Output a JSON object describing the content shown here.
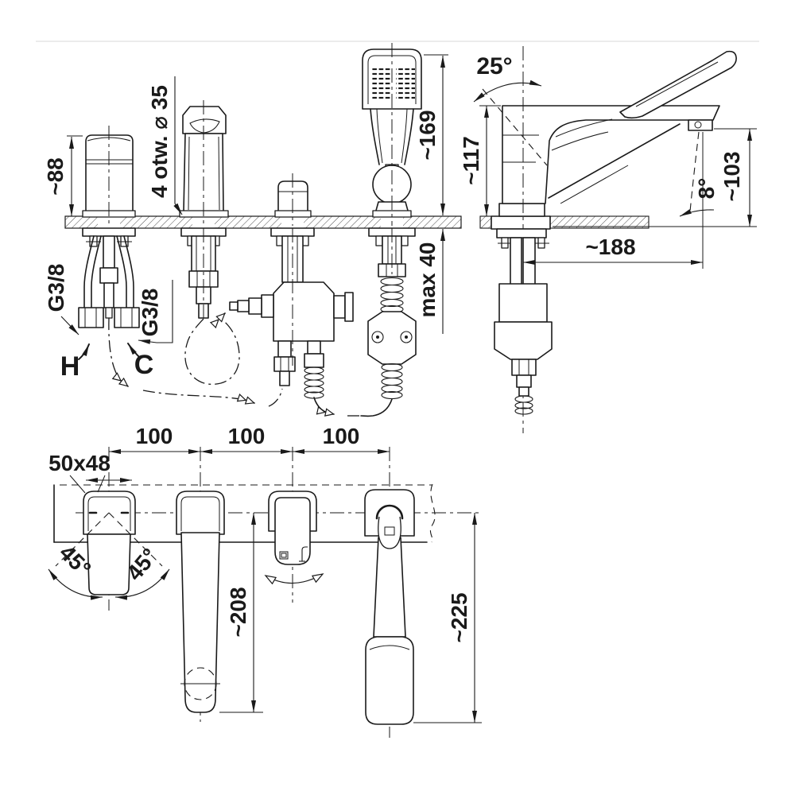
{
  "drawing": {
    "kind": "technical-installation-drawing",
    "subject": "4-hole deck mounted bathtub mixer with hand shower",
    "line_color": "#1a1a1a",
    "front": {
      "handle_height": "~88",
      "mounting_holes": "4 otw. ⌀ 35",
      "shower_height": "~169",
      "deck_thickness_max": "max 40",
      "thread_hot": "G3/8",
      "thread_cold": "G3/8",
      "hot": "H",
      "cold": "C"
    },
    "side": {
      "lever_angle": "25°",
      "body_height": "~117",
      "outlet_height": "~103",
      "stream_angle": "8°",
      "spout_reach": "~188"
    },
    "bottom": {
      "pitch_1": "100",
      "pitch_2": "100",
      "pitch_3": "100",
      "handle_footprint": "50x48",
      "swing_left": "45°",
      "swing_right": "45°",
      "spout_length": "~208",
      "shower_length": "~225"
    }
  }
}
